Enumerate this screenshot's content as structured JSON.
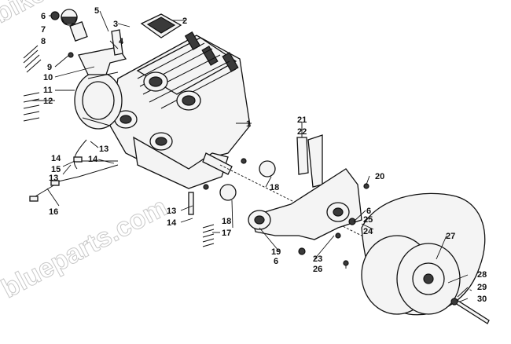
{
  "watermark": [
    "bikebandit.com",
    "blueparts.com"
  ],
  "callouts": [
    {
      "id": "c1",
      "label": "1"
    },
    {
      "id": "c2",
      "label": "2"
    },
    {
      "id": "c3",
      "label": "3"
    },
    {
      "id": "c4",
      "label": "4"
    },
    {
      "id": "c5",
      "label": "5"
    },
    {
      "id": "c6a",
      "label": "6"
    },
    {
      "id": "c7",
      "label": "7"
    },
    {
      "id": "c8",
      "label": "8"
    },
    {
      "id": "c9",
      "label": "9"
    },
    {
      "id": "c10",
      "label": "10"
    },
    {
      "id": "c11",
      "label": "11"
    },
    {
      "id": "c12",
      "label": "12"
    },
    {
      "id": "c13a",
      "label": "13"
    },
    {
      "id": "c13b",
      "label": "13"
    },
    {
      "id": "c13c",
      "label": "13"
    },
    {
      "id": "c14a",
      "label": "14"
    },
    {
      "id": "c14b",
      "label": "14"
    },
    {
      "id": "c14c",
      "label": "14"
    },
    {
      "id": "c15",
      "label": "15"
    },
    {
      "id": "c16",
      "label": "16"
    },
    {
      "id": "c17",
      "label": "17"
    },
    {
      "id": "c18a",
      "label": "18"
    },
    {
      "id": "c18b",
      "label": "18"
    },
    {
      "id": "c19",
      "label": "19"
    },
    {
      "id": "c20",
      "label": "20"
    },
    {
      "id": "c21",
      "label": "21"
    },
    {
      "id": "c22",
      "label": "22"
    },
    {
      "id": "c23",
      "label": "23"
    },
    {
      "id": "c24",
      "label": "24"
    },
    {
      "id": "c25",
      "label": "25"
    },
    {
      "id": "c6b",
      "label": "6"
    },
    {
      "id": "c6c",
      "label": "6"
    },
    {
      "id": "c26",
      "label": "26"
    },
    {
      "id": "c27",
      "label": "27"
    },
    {
      "id": "c28",
      "label": "28"
    },
    {
      "id": "c29",
      "label": "29"
    },
    {
      "id": "c30",
      "label": "30"
    }
  ]
}
